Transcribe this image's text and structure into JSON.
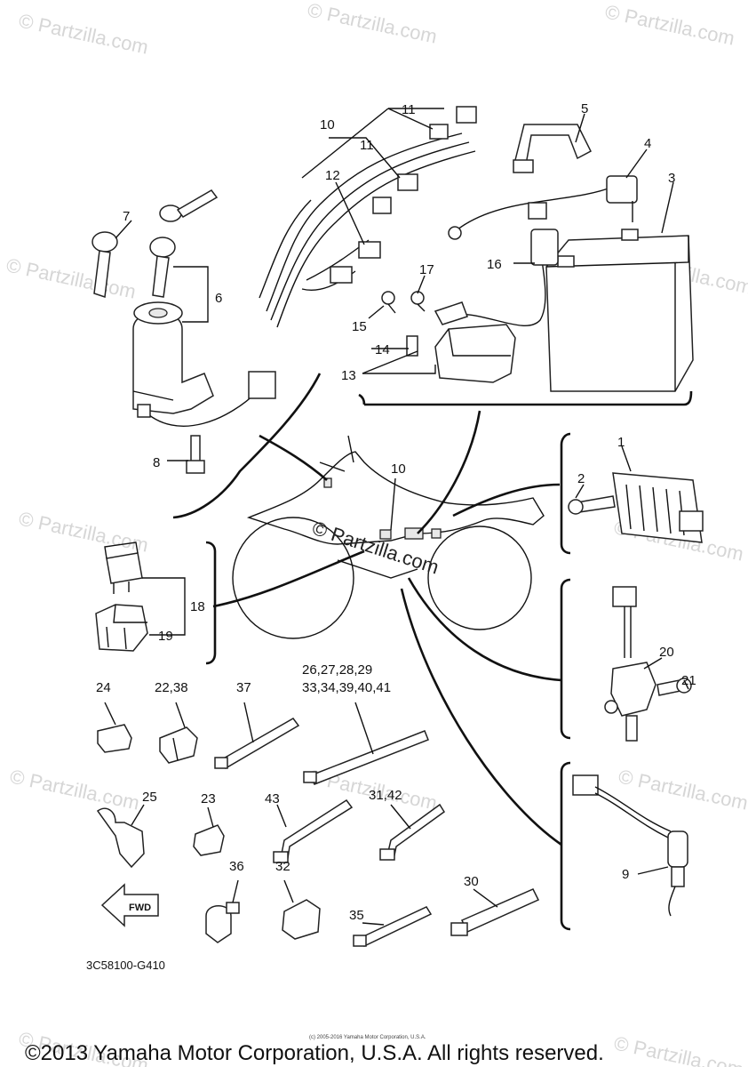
{
  "watermarks": {
    "text": "© Partzilla.com",
    "center": "© Partzilla.com"
  },
  "callouts": [
    {
      "id": "c1",
      "text": "1"
    },
    {
      "id": "c2",
      "text": "2"
    },
    {
      "id": "c3",
      "text": "3"
    },
    {
      "id": "c4",
      "text": "4"
    },
    {
      "id": "c5",
      "text": "5"
    },
    {
      "id": "c6",
      "text": "6"
    },
    {
      "id": "c7",
      "text": "7"
    },
    {
      "id": "c8",
      "text": "8"
    },
    {
      "id": "c9",
      "text": "9"
    },
    {
      "id": "c10a",
      "text": "10"
    },
    {
      "id": "c10b",
      "text": "10"
    },
    {
      "id": "c11a",
      "text": "11"
    },
    {
      "id": "c11b",
      "text": "11"
    },
    {
      "id": "c12",
      "text": "12"
    },
    {
      "id": "c13",
      "text": "13"
    },
    {
      "id": "c14",
      "text": "14"
    },
    {
      "id": "c15",
      "text": "15"
    },
    {
      "id": "c16",
      "text": "16"
    },
    {
      "id": "c17",
      "text": "17"
    },
    {
      "id": "c18",
      "text": "18"
    },
    {
      "id": "c19",
      "text": "19"
    },
    {
      "id": "c20",
      "text": "20"
    },
    {
      "id": "c21",
      "text": "21"
    },
    {
      "id": "c24",
      "text": "24"
    },
    {
      "id": "c2238",
      "text": "22,38"
    },
    {
      "id": "c37",
      "text": "37"
    },
    {
      "id": "c26a",
      "text": "26,27,28,29"
    },
    {
      "id": "c26b",
      "text": "33,34,39,40,41"
    },
    {
      "id": "c25",
      "text": "25"
    },
    {
      "id": "c23",
      "text": "23"
    },
    {
      "id": "c43",
      "text": "43"
    },
    {
      "id": "c3142",
      "text": "31,42"
    },
    {
      "id": "c36",
      "text": "36"
    },
    {
      "id": "c32",
      "text": "32"
    },
    {
      "id": "c35",
      "text": "35"
    },
    {
      "id": "c30",
      "text": "30"
    }
  ],
  "fwd_label": "FWD",
  "diagram_code": "3C58100-G410",
  "copyright": "©2013 Yamaha Motor Corporation, U.S.A. All rights reserved.",
  "fine_print": "(c) 2005-2016 Yamaha Motor Corporation, U.S.A."
}
